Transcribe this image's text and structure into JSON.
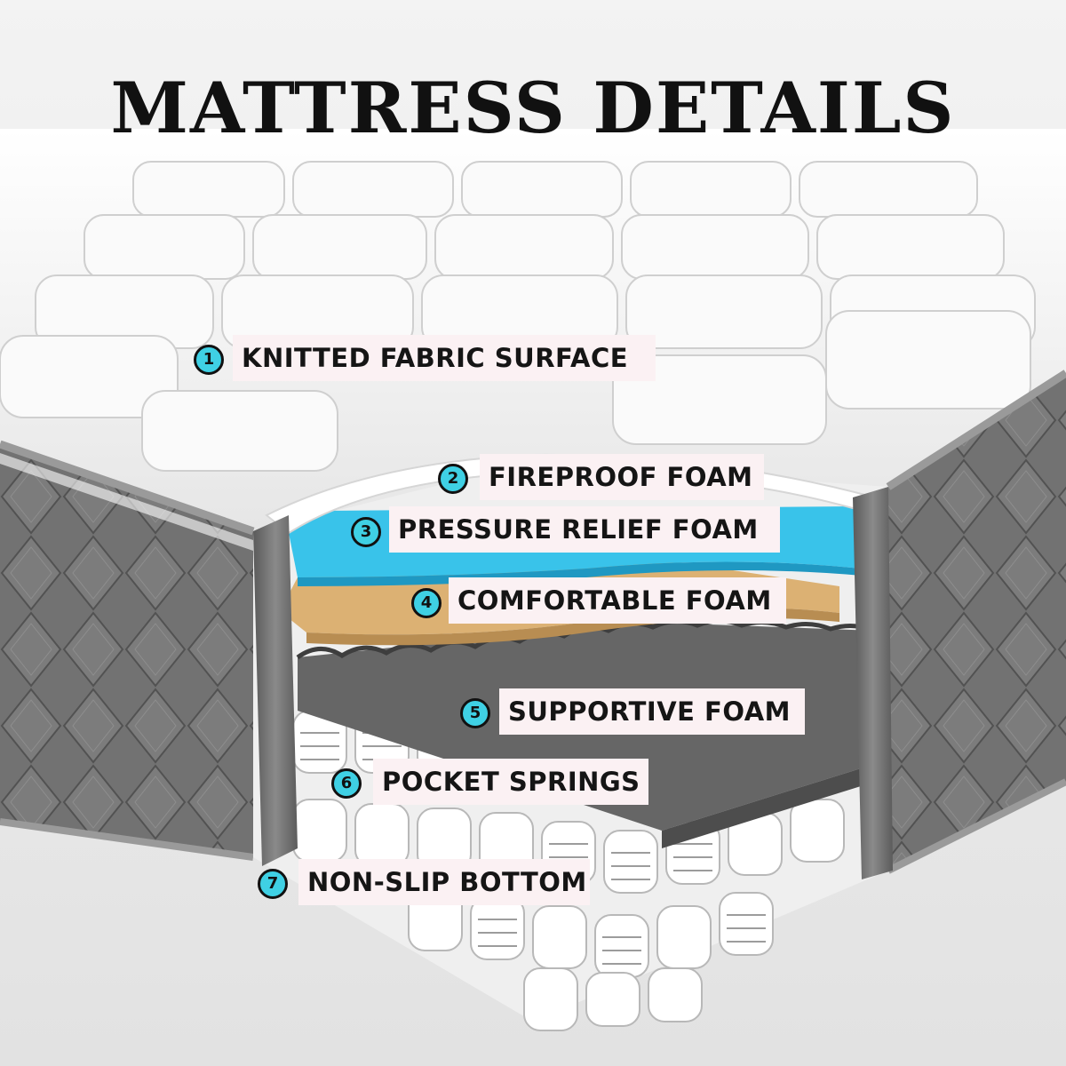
{
  "title": "MATTRESS DETAILS",
  "colors": {
    "badge": "#3fd0e4",
    "label_bg": "#fbf1f3",
    "pressure_relief_foam": "#39c3ea",
    "comfortable_foam": "#dcb173",
    "supportive_foam": "#6b6b6b",
    "side_fabric": "#6e6e6e",
    "top_fabric": "#f4f4f4"
  },
  "layers": [
    {
      "number": "1",
      "label": "KNITTED FABRIC SURFACE"
    },
    {
      "number": "2",
      "label": "FIREPROOF FOAM"
    },
    {
      "number": "3",
      "label": "PRESSURE RELIEF FOAM"
    },
    {
      "number": "4",
      "label": "COMFORTABLE FOAM"
    },
    {
      "number": "5",
      "label": "SUPPORTIVE FOAM"
    },
    {
      "number": "6",
      "label": "POCKET SPRINGS"
    },
    {
      "number": "7",
      "label": "NON-SLIP BOTTOM"
    }
  ]
}
